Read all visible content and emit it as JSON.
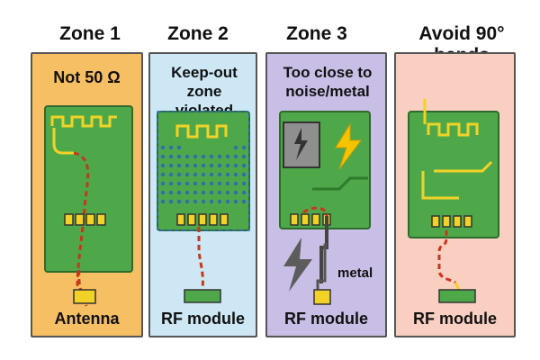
{
  "zones": [
    {
      "title": "Zone 1",
      "issue": "Not 50 Ω",
      "bottom_label": "Antenna",
      "bg": "#f7bf63"
    },
    {
      "title": "Zone 2",
      "issue": "Keep-out zone violated",
      "bottom_label": "RF module",
      "bg": "#cde8f4"
    },
    {
      "title": "Zone 3",
      "issue": "Too close to noise/metal",
      "bottom_label": "RF module",
      "side_label": "metal",
      "bg": "#c9bfe6"
    },
    {
      "title": "Avoid 90° bends",
      "bottom_label": "RF module",
      "bg": "#f8cfc0"
    }
  ],
  "colors": {
    "pcb": "#4ea84a",
    "pcb_dark": "#357d34",
    "gold": "#f2d227",
    "trace": "#c8361d",
    "hatch": "#2f6db0",
    "lightning_gray": "#5c5c5c",
    "lightning_yellow": "#f5c400"
  }
}
